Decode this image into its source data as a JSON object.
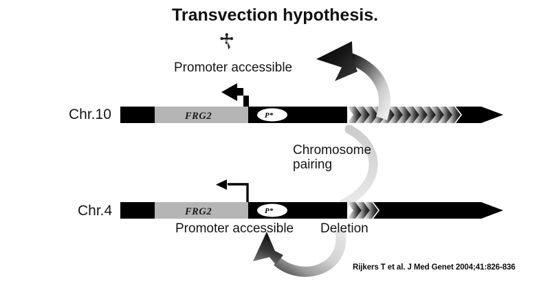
{
  "figure": {
    "title": "Transvection hypothesis.",
    "citation": "Rijkers T et al. J Med Genet 2004;41:826-836"
  },
  "chromosomes": [
    {
      "id": "chr10",
      "label": "Chr.10",
      "gene_label": "FRG2",
      "promoter_label": "P*",
      "repeat_count": 13,
      "repeat_state": "full-length D4Z4 repeat array",
      "transcription_arrow": "thick-bent-arrow-left",
      "annotation": "Promoter accessible"
    },
    {
      "id": "chr4",
      "label": "Chr.4",
      "gene_label": "FRG2",
      "promoter_label": "P*",
      "repeat_count": 3,
      "repeat_state": "contracted D4Z4 repeat array (deletion)",
      "transcription_arrow": "thin-bent-arrow-left",
      "annotation": "Promoter accessible"
    }
  ],
  "annotations": {
    "promoter_accessible_top": "Promoter accessible",
    "promoter_accessible_bottom": "Promoter accessible",
    "deletion": "Deletion",
    "chromosome_pairing_line1": "Chromosome",
    "chromosome_pairing_line2": "pairing"
  },
  "icons": {
    "cursor": "move-cursor-icon",
    "pairing_arrow_top": "curved-arrow-up-left-icon",
    "pairing_arrow_bottom": "curved-arrow-up-left-icon"
  },
  "colors": {
    "background": "#ffffff",
    "chromosome_black": "#000000",
    "frg2_gray": "#b5b5b5",
    "repeat_gradient_light": "#f2f2f2",
    "repeat_gradient_dark": "#1a1a1a",
    "arrow_gradient_light": "#e2e2e2",
    "arrow_gradient_dark": "#111111",
    "text": "#141414"
  }
}
